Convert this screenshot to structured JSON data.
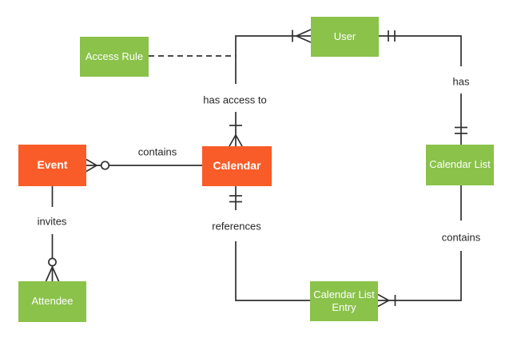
{
  "diagram_type": "entity-relationship-crowsfoot",
  "colors": {
    "entity_green": "#8AC24A",
    "entity_orange": "#F95C28",
    "line": "#303030",
    "label_text": "#262626",
    "background": "#ffffff"
  },
  "entities": {
    "access_rule": {
      "label": "Access Rule",
      "color": "#8AC24A"
    },
    "user": {
      "label": "User",
      "color": "#8AC24A"
    },
    "event": {
      "label": "Event",
      "color": "#F95C28"
    },
    "calendar": {
      "label": "Calendar",
      "color": "#F95C28"
    },
    "calendar_list": {
      "label": "Calendar List",
      "color": "#8AC24A"
    },
    "attendee": {
      "label": "Attendee",
      "color": "#8AC24A"
    },
    "calendar_list_entry": {
      "label": "Calendar List Entry",
      "color": "#8AC24A"
    }
  },
  "relationships": {
    "user_calendar": {
      "label": "has access to",
      "user_end": "one-or-many",
      "calendar_end": "one-or-many",
      "style": "solid"
    },
    "access_rule_attachment": {
      "style": "dashed"
    },
    "user_calendar_list": {
      "label": "has",
      "user_end": "exactly-one",
      "calendar_list_end": "exactly-one",
      "style": "solid"
    },
    "event_calendar": {
      "label": "contains",
      "event_end": "zero-or-many",
      "calendar_end": "plain",
      "style": "solid"
    },
    "event_attendee": {
      "label": "invites",
      "attendee_end": "zero-or-many",
      "style": "solid"
    },
    "calendar_entry_references": {
      "label": "references",
      "calendar_end": "exactly-one",
      "entry_end": "plain",
      "style": "solid"
    },
    "calendar_list_entry_contains": {
      "label": "contains",
      "entry_end": "one-or-many",
      "style": "solid"
    }
  }
}
